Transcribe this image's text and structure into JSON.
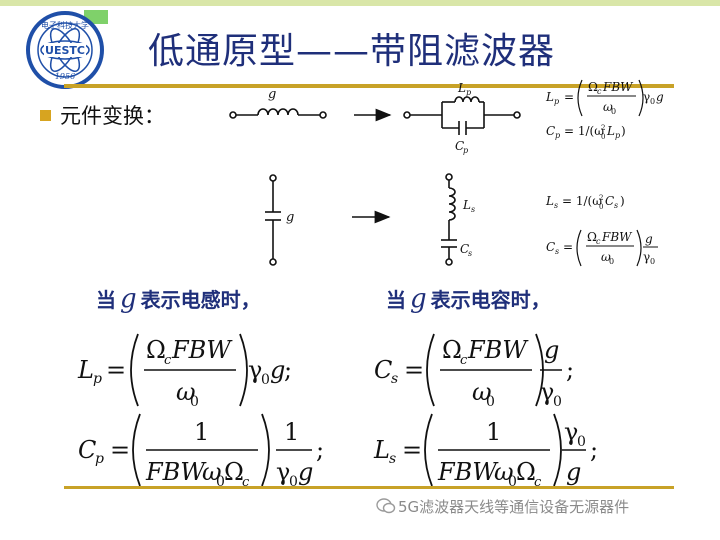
{
  "slide": {
    "title": "低通原型——带阻滤波器",
    "transform_label": "元件变换：",
    "cond_inductor_pre": "当",
    "cond_inductor_var": "g",
    "cond_inductor_post": "表示电感时，",
    "cond_capacitor_pre": "当",
    "cond_capacitor_var": "g",
    "cond_capacitor_post": "表示电容时，",
    "watermark": "5G滤波器天线等通信设备无源器件"
  },
  "logo": {
    "center": "UESTC",
    "year": "1956",
    "ring_text": "电子科技大学",
    "color": "#1f4fa8"
  },
  "circuits": {
    "g_label": "g",
    "lp_label": "L",
    "lp_sub": "p",
    "cp_label": "C",
    "cp_sub": "p",
    "ls_label": "L",
    "ls_sub": "s",
    "cs_label": "C",
    "cs_sub": "s"
  },
  "colors": {
    "title": "#1f2f7a",
    "rule": "#c8a227",
    "bullet": "#d7a420",
    "accent_green": "#7fd16a"
  }
}
